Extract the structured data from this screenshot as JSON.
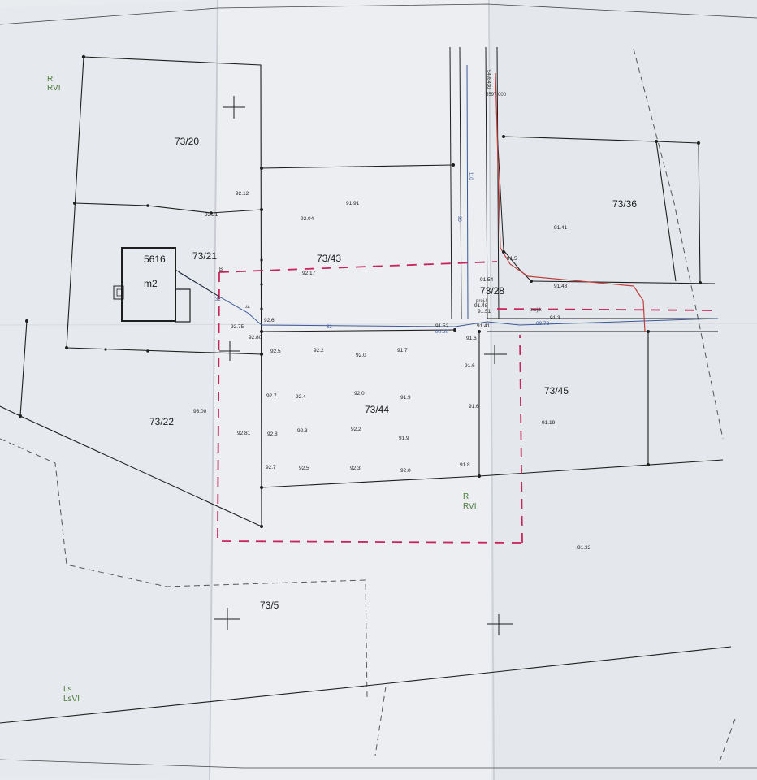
{
  "parcels": [
    {
      "id": "p-73-20",
      "label": "73/20"
    },
    {
      "id": "p-73-21",
      "label": "73/21"
    },
    {
      "id": "p-73-43",
      "label": "73/43"
    },
    {
      "id": "p-73-28",
      "label": "73/28"
    },
    {
      "id": "p-73-36",
      "label": "73/36"
    },
    {
      "id": "p-73-22",
      "label": "73/22"
    },
    {
      "id": "p-73-44",
      "label": "73/44"
    },
    {
      "id": "p-73-45",
      "label": "73/45"
    },
    {
      "id": "p-73-5",
      "label": "73/5"
    }
  ],
  "building": {
    "number": "5616",
    "type": "m2"
  },
  "land_classes": [
    {
      "id": "lc-top-left",
      "line1": "R",
      "line2": "RVI"
    },
    {
      "id": "lc-center",
      "line1": "R",
      "line2": "RVI"
    },
    {
      "id": "lc-bottom-left",
      "line1": "Ls",
      "line2": "LsVI"
    }
  ],
  "elevations": [
    "92.12",
    "91.91",
    "92.21",
    "92.04",
    "92.17",
    "92.75",
    "92.6",
    "92.80",
    "92.5",
    "92.2",
    "92.0",
    "91.7",
    "91.54",
    "91.6",
    "91.6",
    "92.7",
    "92.4",
    "92.0",
    "91.9",
    "91.6",
    "93.00",
    "92.81",
    "92.8",
    "92.3",
    "92.2",
    "91.9",
    "91.19",
    "92.7",
    "92.5",
    "92.3",
    "92.0",
    "91.8",
    "91.32",
    "91.41",
    "91.5",
    "91.43",
    "91.3",
    "89.73",
    "91.41",
    "91.51",
    "91.48",
    "91.52",
    "90.20"
  ],
  "annotations": {
    "utility_label": "i.u.",
    "proj_label_1": "proj.k",
    "proj_label_2": "proj.k",
    "corner_mark": "B",
    "vertical_code": "5498430",
    "vertical_code_2": "5597.000",
    "pipe_label": "110",
    "pipe_label_2": "90",
    "line_code_1": "32",
    "line_code_2": "32"
  },
  "colors": {
    "paper": "#eceef1",
    "line": "#1e1e1e",
    "boundary_dash": "#c8245a",
    "utility_blue": "#3a5a9a",
    "utility_red": "#c04040",
    "landuse_dash": "#555555",
    "land_text": "#4a7a3a"
  }
}
